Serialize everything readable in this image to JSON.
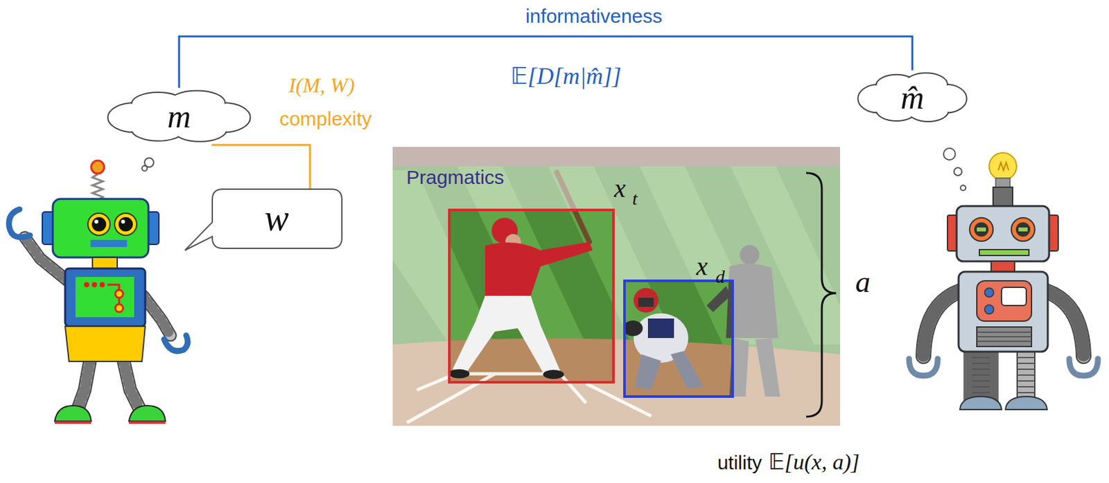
{
  "diagram": {
    "nodes": [
      {
        "text": [
          "m"
        ]
      },
      {
        "text": [
          "w"
        ]
      },
      {
        "text": [
          "m̂"
        ]
      }
    ],
    "edges": [
      {
        "from": 0,
        "to": 2,
        "arrow": "none"
      },
      {
        "from": 0,
        "to": 1,
        "arrow": "none"
      }
    ],
    "labels": [
      "informativeness",
      "𝔼[D[m|m̂]]",
      "I(M, W)",
      "complexity",
      "Pragmatics",
      "x",
      "t",
      "x",
      "d",
      "a",
      "utility",
      "𝔼[u(x, a)]"
    ]
  }
}
